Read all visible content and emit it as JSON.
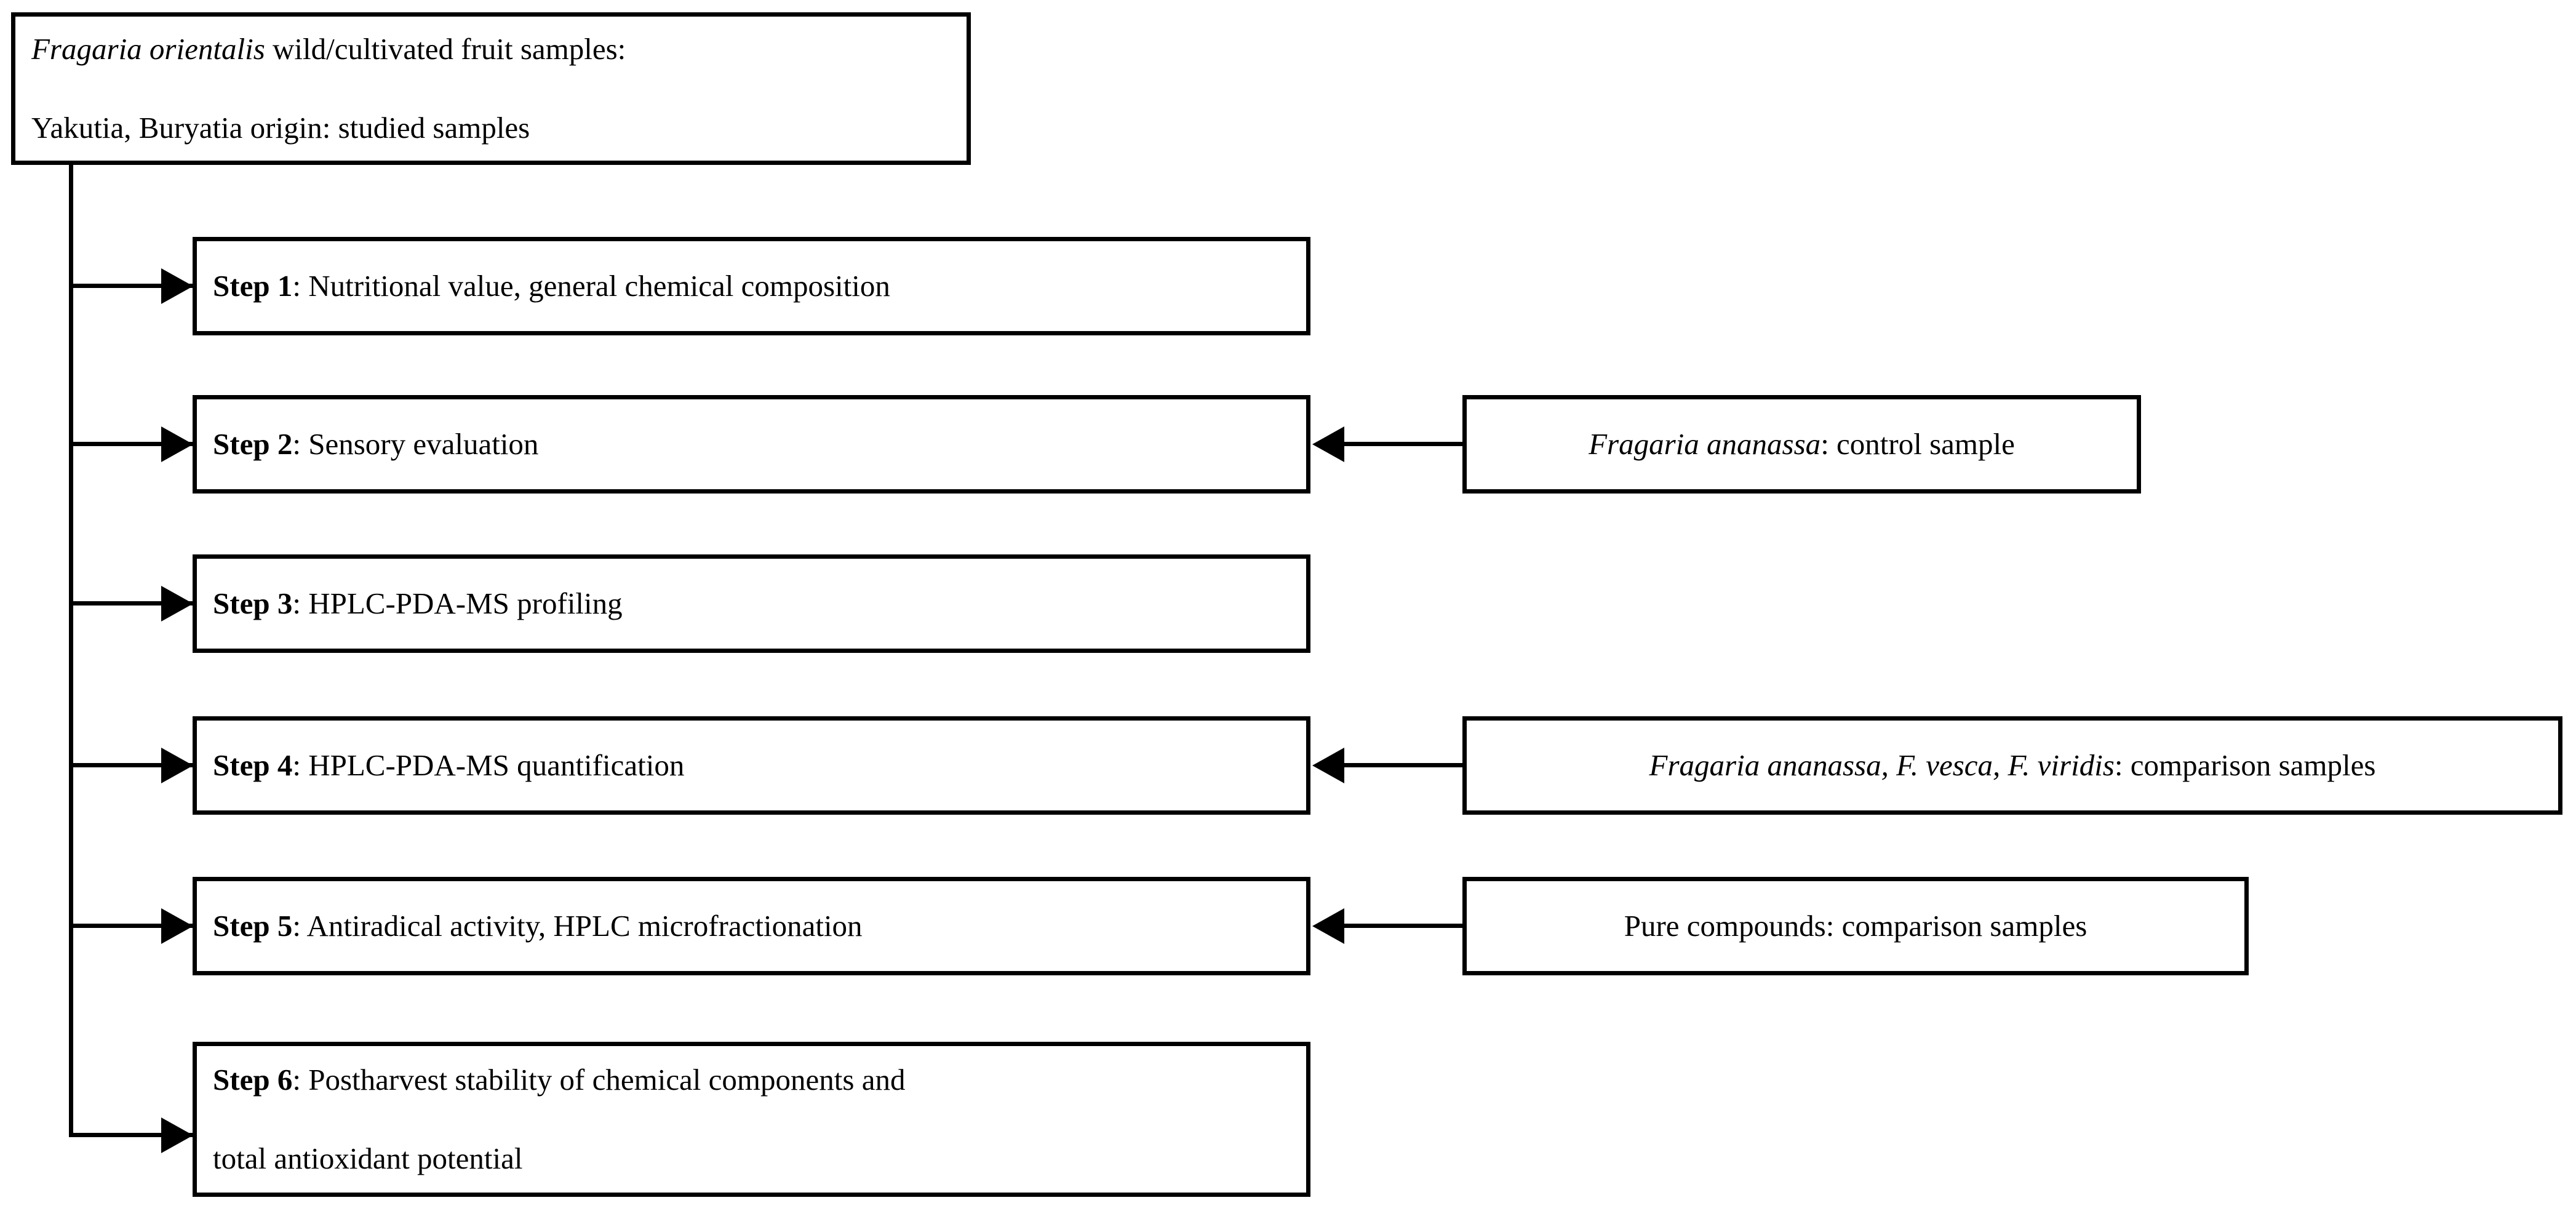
{
  "diagram": {
    "title_text_plain": "Fragaria orientalis wild/cultivated fruit samples: Yakutia, Buryatia origin: studied samples",
    "source_box": {
      "line1_italic": "Fragaria orientalis",
      "line1_rest": " wild/cultivated fruit samples:",
      "line2": "Yakutia, Buryatia origin: studied samples"
    },
    "steps": [
      {
        "id": "step-1",
        "label": "Step 1",
        "separator": ": ",
        "text": "Nutritional value, general chemical composition",
        "text_line2": ""
      },
      {
        "id": "step-2",
        "label": "Step 2",
        "separator": ": ",
        "text": "Sensory evaluation",
        "text_line2": ""
      },
      {
        "id": "step-3",
        "label": "Step 3",
        "separator": ": ",
        "text": "HPLC-PDA-MS profiling",
        "text_line2": ""
      },
      {
        "id": "step-4",
        "label": "Step 4",
        "separator": ": ",
        "text": "HPLC-PDA-MS quantification",
        "text_line2": ""
      },
      {
        "id": "step-5",
        "label": "Step 5",
        "separator": ": ",
        "text": "Antiradical activity, HPLC microfractionation",
        "text_line2": ""
      },
      {
        "id": "step-6",
        "label": "Step 6",
        "separator": ": ",
        "text": "Postharvest stability of chemical components and",
        "text_line2": "total antioxidant potential"
      }
    ],
    "side_boxes": [
      {
        "id": "control-sample",
        "attached_to": "step-2",
        "italic_part": "Fragaria ananassa",
        "plain_part": ": control sample"
      },
      {
        "id": "comparison-samples",
        "attached_to": "step-4",
        "italic_part": "Fragaria ananassa, F. vesca, F. viridis",
        "plain_part": ": comparison samples"
      },
      {
        "id": "pure-compounds",
        "attached_to": "step-5",
        "italic_part": "",
        "plain_part": "Pure compounds: comparison samples"
      }
    ],
    "colors": {
      "stroke": "#000000",
      "background": "#ffffff",
      "text": "#000000"
    }
  }
}
